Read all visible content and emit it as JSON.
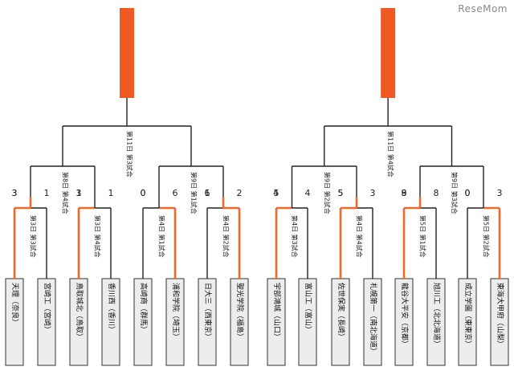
{
  "watermark": "ReseMom",
  "colors": {
    "winner": "#ef6a2a",
    "final_bar": "#ef5a24",
    "line": "#222222",
    "team_bg": "#ededed"
  },
  "brackets": [
    {
      "semifinal_label": "第11日 第3試合",
      "quarterfinals": [
        {
          "label": "第8日 第4試合",
          "score_left": "3",
          "score_right": "1",
          "winner": "left"
        },
        {
          "label": "第9日 第1試合",
          "score_left": "0",
          "score_right": "6",
          "winner": "right"
        }
      ],
      "first_round": [
        {
          "label": "第3日 第3試合",
          "team_left": "天理（奈良）",
          "team_right": "宮崎工（宮崎）",
          "score_left": "3",
          "score_right": "1",
          "winner": "left"
        },
        {
          "label": "第3日 第4試合",
          "team_left": "鳥取城北（鳥取）",
          "team_right": "香川西（香川）",
          "score_left": "3",
          "score_right": "1",
          "winner": "left"
        },
        {
          "label": "第4日 第1試合",
          "team_left": "高崎商（群馬）",
          "team_right": "浦和学院（埼玉）",
          "score_left": "0",
          "score_right": "6",
          "winner": "right"
        },
        {
          "label": "第4日 第2試合",
          "team_left": "日大三（西東京）",
          "team_right": "聖光学院（福島）",
          "score_left": "1",
          "score_right": "2",
          "winner": "right"
        }
      ]
    },
    {
      "semifinal_label": "第11日 第4試合",
      "quarterfinals": [
        {
          "label": "第9日 第2試合",
          "score_left": "4",
          "score_right": "5",
          "winner": "right"
        },
        {
          "label": "第9日 第3試合",
          "score_left": "8",
          "score_right": "0",
          "winner": "left"
        }
      ],
      "first_round": [
        {
          "label": "第4日 第3試合",
          "team_left": "宇部鴻城（山口）",
          "team_right": "富山工（富山）",
          "score_left": "5",
          "score_right": "4",
          "winner": "left"
        },
        {
          "label": "第4日 第4試合",
          "team_left": "佐世保実（長崎）",
          "team_right": "札幌第一（南北海道）",
          "score_left": "5",
          "score_right": "3",
          "winner": "left"
        },
        {
          "label": "第5日 第1試合",
          "team_left": "龍谷大平安（京都）",
          "team_right": "旭川工（北北海道）",
          "score_left": "9",
          "score_right": "8",
          "winner": "left"
        },
        {
          "label": "第5日 第2試合",
          "team_left": "成立学園（東東京）",
          "team_right": "東海大甲府（山梨）",
          "score_left": "0",
          "score_right": "3",
          "winner": "right"
        }
      ]
    }
  ]
}
